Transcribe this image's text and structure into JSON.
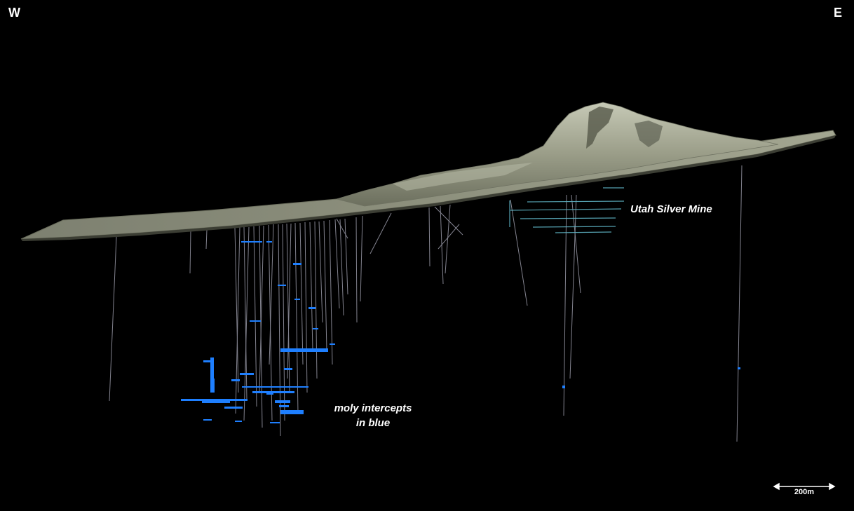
{
  "compass": {
    "west": "W",
    "east": "E"
  },
  "annotations": {
    "mine": "Utah Silver Mine",
    "moly_line1": "moly intercepts",
    "moly_line2": "in blue"
  },
  "scale_bar": {
    "label": "200m"
  },
  "colors": {
    "background": "#000000",
    "terrain_light": "#c8cbb8",
    "terrain_mid": "#8c907c",
    "terrain_dark": "#555849",
    "drillhole": "#9a9aa8",
    "moly_intercept": "#1e7fff",
    "mine_workings": "#5fb3c4"
  }
}
